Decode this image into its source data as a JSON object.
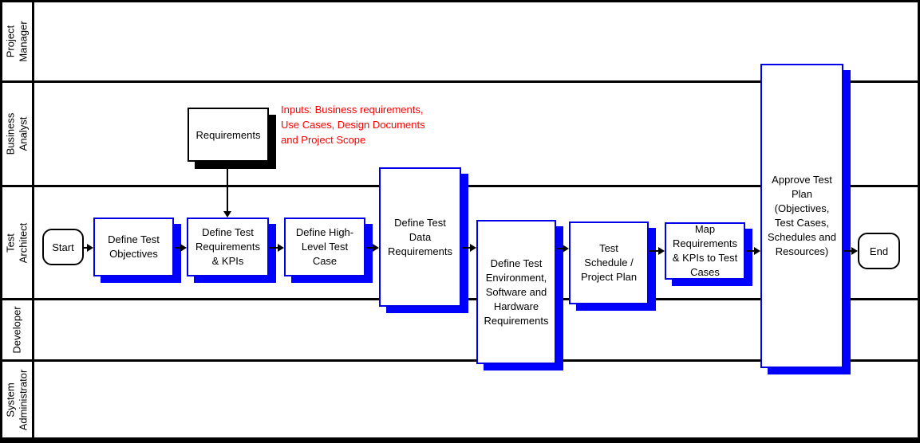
{
  "colors": {
    "process_border": "#0000e8",
    "process_shadow": "#0000ff",
    "line_black": "#000000",
    "annotation_red": "#ff0000",
    "background": "#ffffff"
  },
  "lanes": [
    {
      "label": "Project\nManager"
    },
    {
      "label": "Business\nAnalyst"
    },
    {
      "label": "Test\nArchitect"
    },
    {
      "label": "Developer"
    },
    {
      "label": "System\nAdministrator"
    }
  ],
  "nodes": {
    "start": {
      "type": "terminator",
      "lane": "Test Architect",
      "label": "Start"
    },
    "requirements": {
      "type": "input",
      "lane": "Business Analyst",
      "label": "Requirements"
    },
    "define_test_objectives": {
      "type": "process",
      "lane": "Test Architect",
      "label": "Define Test\nObjectives"
    },
    "define_test_requirements_kpis": {
      "type": "process",
      "lane": "Test Architect",
      "label": "Define Test\nRequirements\n& KPIs"
    },
    "define_high_level_test_case": {
      "type": "process",
      "lane": "Test Architect",
      "label": "Define High-\nLevel Test\nCase"
    },
    "define_test_data_requirements": {
      "type": "process",
      "lane": "Test Architect",
      "label": "Define Test\nData\nRequirements"
    },
    "define_test_environment": {
      "type": "process",
      "lane": "Test Architect",
      "label": "Define Test\nEnvironment,\nSoftware and\nHardware\nRequirements"
    },
    "test_schedule_project_plan": {
      "type": "process",
      "lane": "Test Architect",
      "label": "Test\nSchedule /\nProject Plan"
    },
    "map_requirements_kpis": {
      "type": "process",
      "lane": "Test Architect",
      "label": "Map\nRequirements\n& KPIs to Test\nCases"
    },
    "approve_test_plan": {
      "type": "process",
      "lane": "Project Manager",
      "label": "Approve Test\nPlan\n(Objectives,\nTest Cases,\nSchedules and\nResources)"
    },
    "end": {
      "type": "terminator",
      "lane": "Test Architect",
      "label": "End"
    }
  },
  "annotation": {
    "text": "Inputs: Business requirements,\nUse Cases, Design Documents\nand Project Scope"
  },
  "edges": [
    {
      "from": "start",
      "to": "define_test_objectives"
    },
    {
      "from": "define_test_objectives",
      "to": "define_test_requirements_kpis"
    },
    {
      "from": "requirements",
      "to": "define_test_requirements_kpis"
    },
    {
      "from": "define_test_requirements_kpis",
      "to": "define_high_level_test_case"
    },
    {
      "from": "define_high_level_test_case",
      "to": "define_test_data_requirements"
    },
    {
      "from": "define_test_data_requirements",
      "to": "define_test_environment"
    },
    {
      "from": "define_test_environment",
      "to": "test_schedule_project_plan"
    },
    {
      "from": "test_schedule_project_plan",
      "to": "map_requirements_kpis"
    },
    {
      "from": "map_requirements_kpis",
      "to": "approve_test_plan"
    },
    {
      "from": "approve_test_plan",
      "to": "end"
    }
  ]
}
